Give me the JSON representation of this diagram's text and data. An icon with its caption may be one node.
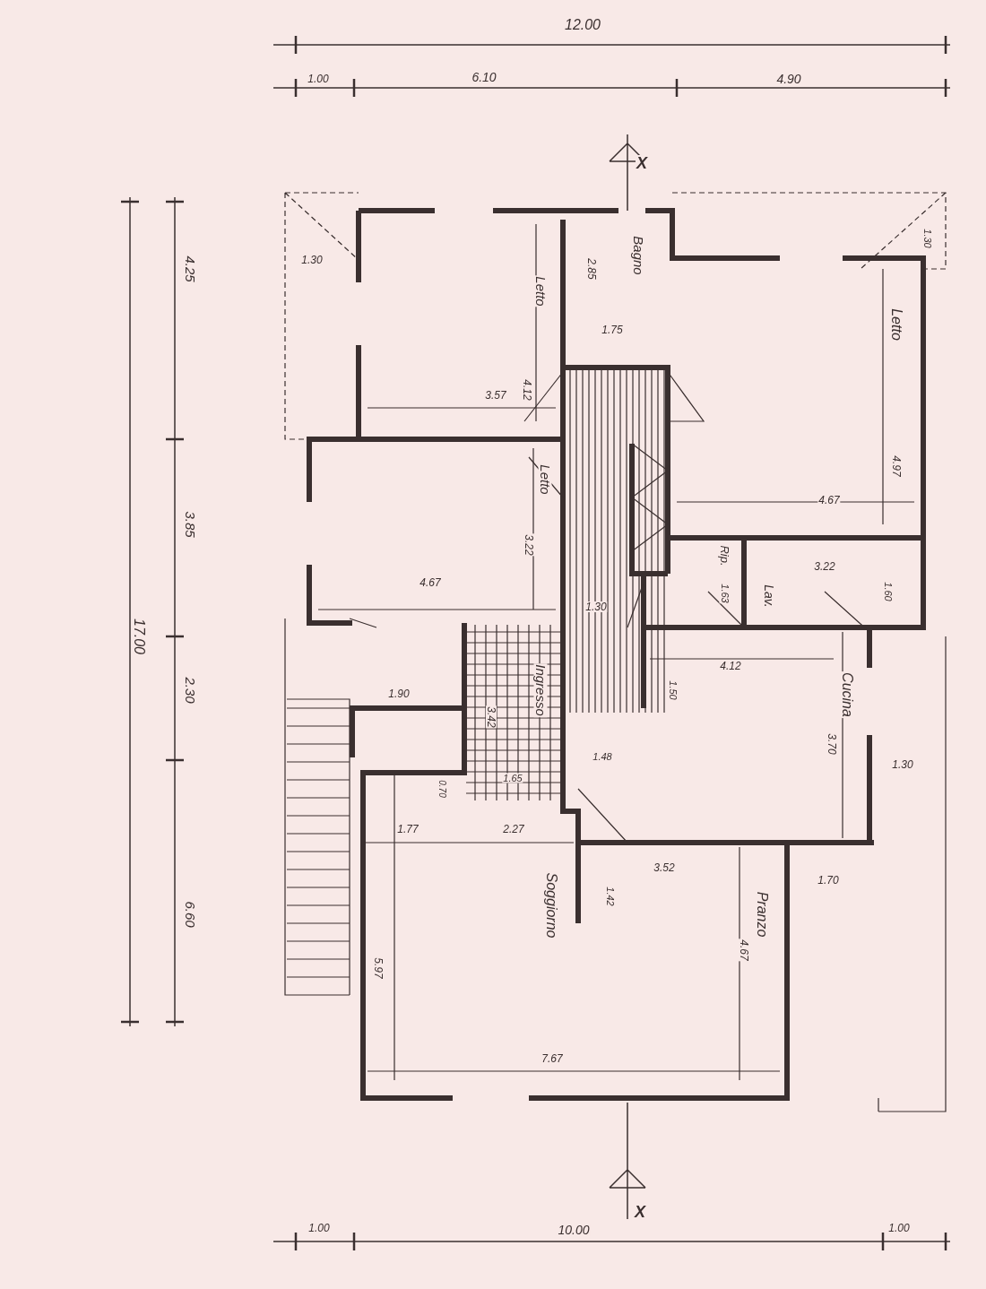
{
  "diagram": {
    "labels": [
      "12.00",
      "1.00",
      "6.10",
      "4.90",
      "X",
      "Bagno",
      "Letto",
      "2.85",
      "1.30",
      "1.30",
      "4.25",
      "Letto",
      "1.75",
      "4.12",
      "3.57",
      "Letto",
      "3.85",
      "4.97",
      "4.67",
      "3.22",
      "Rip.",
      "1.63",
      "3.22",
      "Lav.",
      "1.60",
      "4.67",
      "1.30",
      "17.00",
      "2.30",
      "Ingresso",
      "4.12",
      "Cucina",
      "1.50",
      "3.42",
      "1.90",
      "1.48",
      "3.70",
      "1.30",
      "1.65",
      "0.70",
      "1.77",
      "2.27",
      "Soggiorno",
      "3.52",
      "Pranzo",
      "1.70",
      "1.42",
      "6.60",
      "5.97",
      "4.67",
      "7.67",
      "X",
      "1.00",
      "10.00",
      "1.00"
    ]
  }
}
